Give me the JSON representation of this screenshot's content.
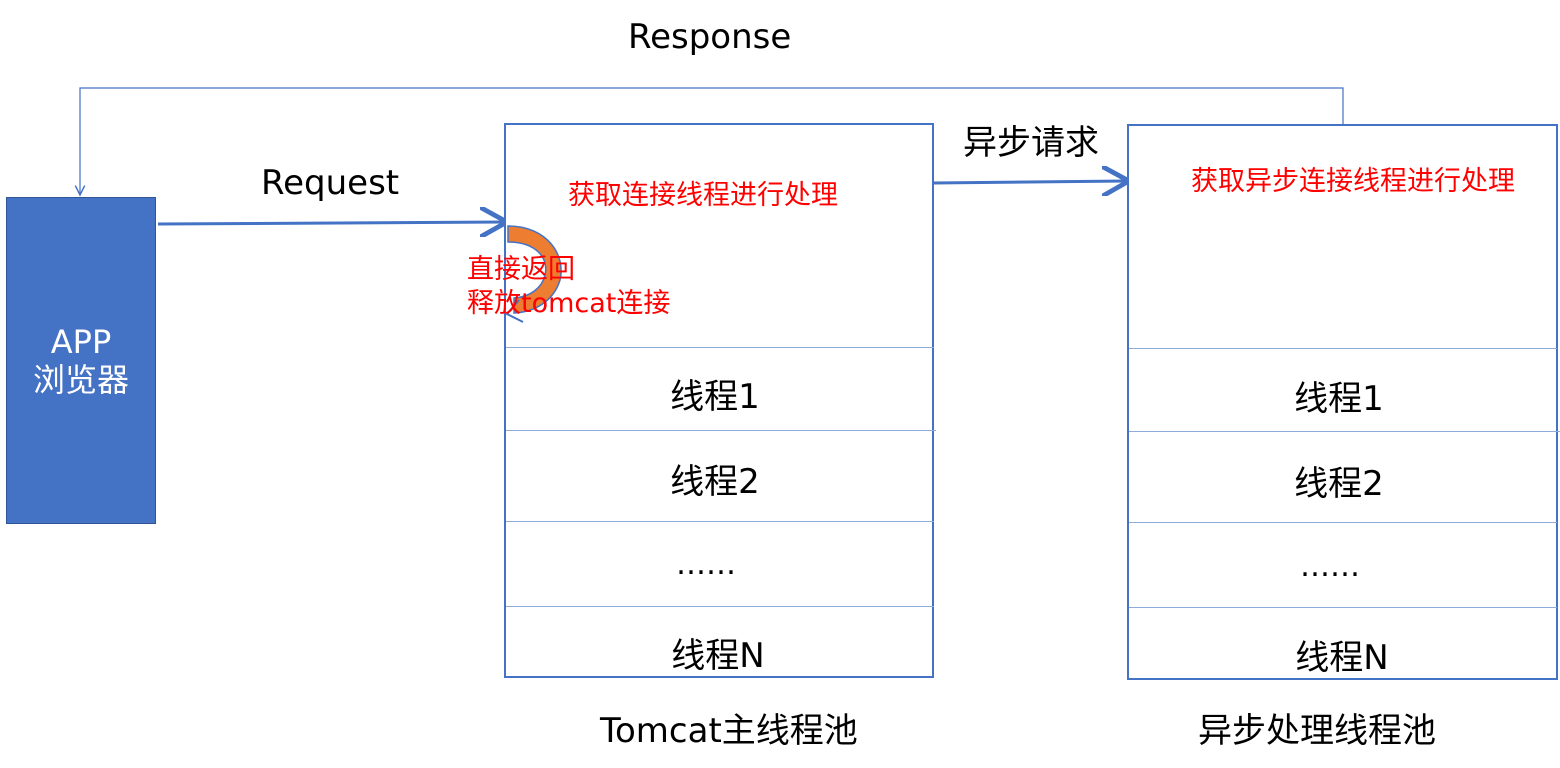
{
  "response_label": "Response",
  "request_label": "Request",
  "async_request_label": "异步请求",
  "app": {
    "line1": "APP",
    "line2": "浏览器"
  },
  "tomcat_pool": {
    "caption": "Tomcat主线程池",
    "action": "获取连接线程进行处理",
    "rows": [
      "线程1",
      "线程2",
      "……",
      "线程N"
    ]
  },
  "async_pool": {
    "caption": "异步处理线程池",
    "action": "获取异步连接线程进行处理",
    "rows": [
      "线程1",
      "线程2",
      "……",
      "线程N"
    ]
  },
  "return_note": {
    "line1": "直接返回",
    "line2": "释放tomcat连接"
  },
  "colors": {
    "blue": "#4472c4",
    "red": "#ff0000",
    "orange": "#ed7d31"
  }
}
